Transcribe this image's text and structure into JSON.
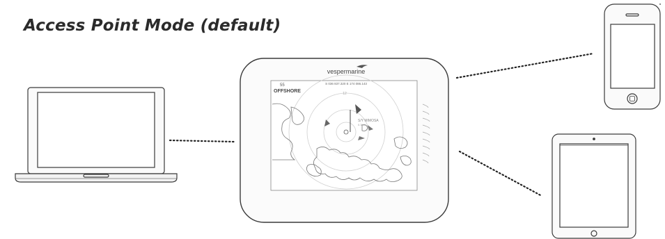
{
  "diagram": {
    "title": "Access Point Mode (default)"
  },
  "device": {
    "brand": "vespermarine",
    "mode_label": "OFFSHORE",
    "position": "S 036 837.320  E 174 086.143",
    "range_label": "55",
    "ring_label": "12",
    "vessel_name": "S/Y MIMOSA",
    "vessel_sub": "0.3nm"
  },
  "clients": [
    {
      "name": "laptop"
    },
    {
      "name": "smartphone"
    },
    {
      "name": "tablet"
    }
  ],
  "colors": {
    "outline": "#3a3a3a",
    "heading": "#2b2b2b",
    "link": "#222222"
  }
}
